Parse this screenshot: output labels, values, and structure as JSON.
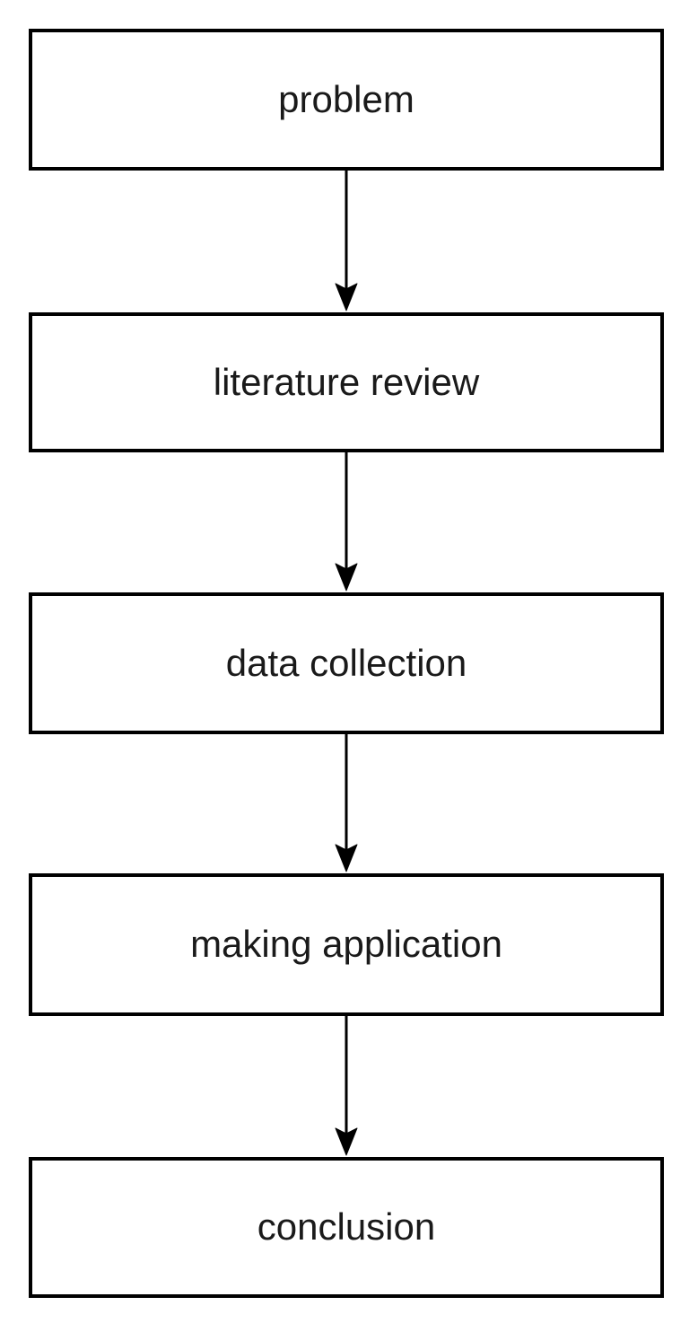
{
  "diagram": {
    "type": "flowchart",
    "direction": "top-to-bottom",
    "nodes": [
      {
        "id": "problem",
        "label": "problem"
      },
      {
        "id": "literature-review",
        "label": "literature review"
      },
      {
        "id": "data-collection",
        "label": "data collection"
      },
      {
        "id": "making-application",
        "label": "making application"
      },
      {
        "id": "conclusion",
        "label": "conclusion"
      }
    ],
    "edges": [
      {
        "from": "problem",
        "to": "literature-review"
      },
      {
        "from": "literature-review",
        "to": "data-collection"
      },
      {
        "from": "data-collection",
        "to": "making-application"
      },
      {
        "from": "making-application",
        "to": "conclusion"
      }
    ],
    "colors": {
      "background": "#ffffff",
      "node_fill": "#ffffff",
      "node_border": "#000000",
      "text": "#1a1a1a",
      "arrow": "#000000"
    }
  }
}
